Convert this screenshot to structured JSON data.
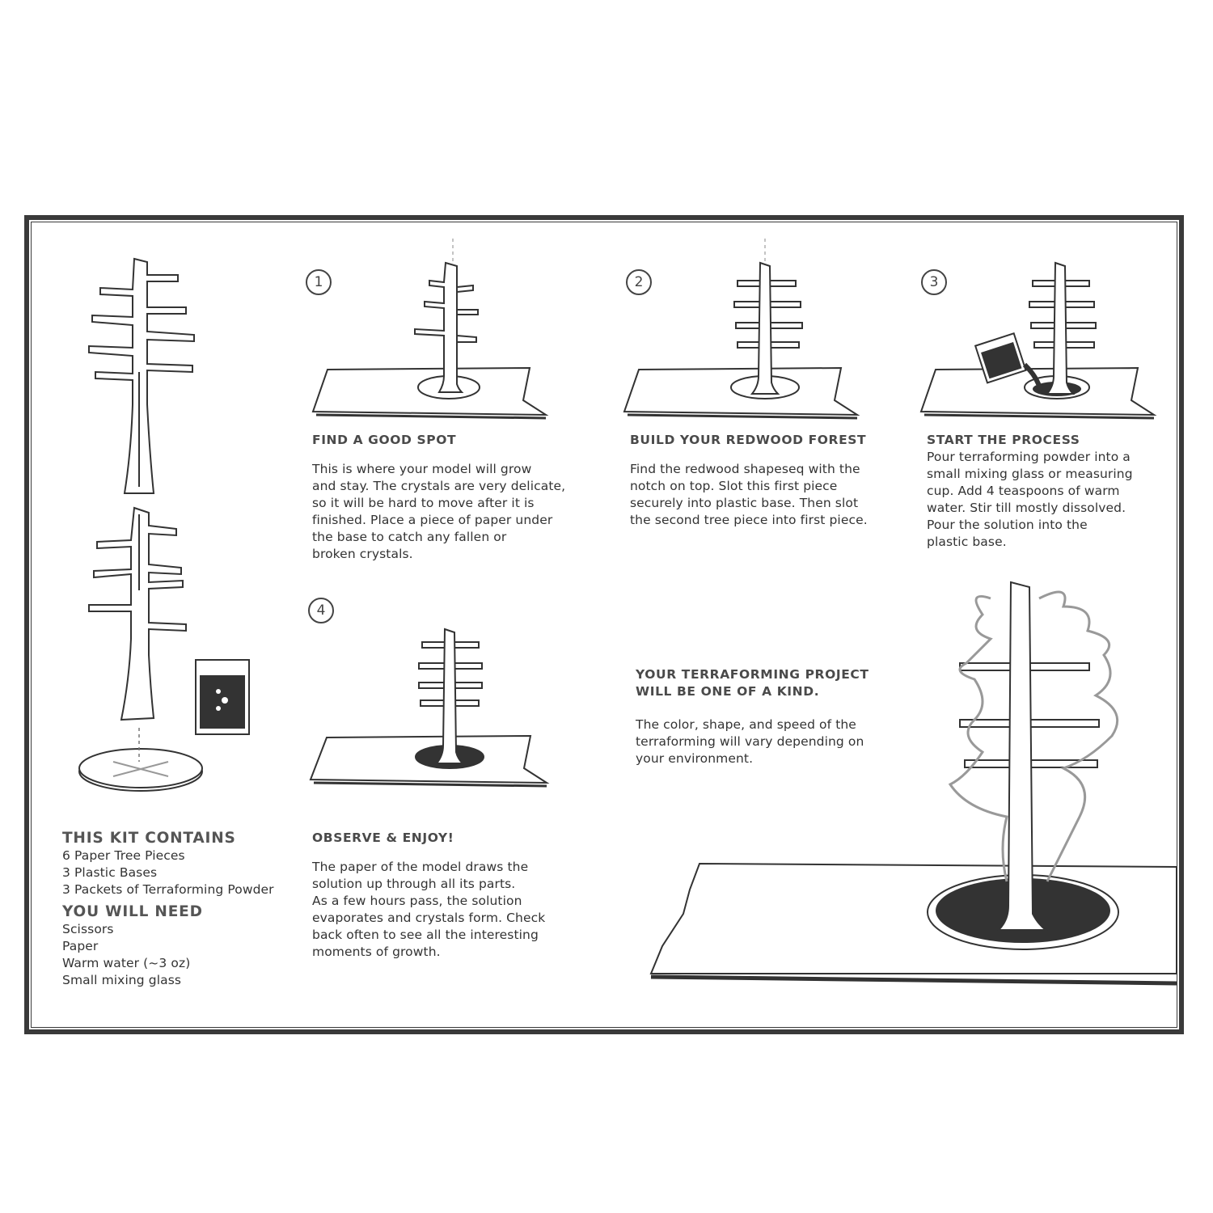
{
  "kit": {
    "contains_title": "THIS KIT CONTAINS",
    "contains": [
      "6 Paper Tree Pieces",
      "3 Plastic Bases",
      "3 Packets of Terraforming Powder"
    ],
    "need_title": "YOU WILL NEED",
    "need": [
      "Scissors",
      "Paper",
      "Warm water (~3 oz)",
      "Small mixing glass"
    ]
  },
  "steps": [
    {
      "number": "1",
      "title": "FIND A GOOD SPOT",
      "lines": [
        "This is where your model will grow",
        "and stay. The crystals are very delicate,",
        "so it will be hard to move after it is",
        "finished. Place a piece of paper under",
        "the base to catch any fallen or",
        "broken crystals."
      ]
    },
    {
      "number": "2",
      "title": "BUILD YOUR REDWOOD FOREST",
      "lines": [
        "Find the redwood shapeseq with the",
        "notch on top. Slot this first piece",
        "securely into plastic base. Then slot",
        "the second tree piece into first piece."
      ]
    },
    {
      "number": "3",
      "title": "START THE PROCESS",
      "lines": [
        "Pour terraforming powder into a",
        "small mixing glass or measuring",
        "cup. Add 4 teaspoons of warm",
        "water. Stir till mostly dissolved.",
        "Pour the solution into the",
        "plastic base."
      ]
    },
    {
      "number": "4",
      "title": "OBSERVE & ENJOY!",
      "lines": [
        "The paper of the model draws the",
        "solution up through all its parts.",
        "As a few hours pass, the solution",
        "evaporates and crystals form. Check",
        "back often to see all the interesting",
        "moments of growth."
      ]
    }
  ],
  "project": {
    "title_lines": [
      "YOUR TERRAFORMING PROJECT",
      "WILL BE ONE OF A KIND."
    ],
    "lines": [
      "The color, shape, and speed of the",
      "terraforming will vary depending on",
      "your environment."
    ]
  }
}
